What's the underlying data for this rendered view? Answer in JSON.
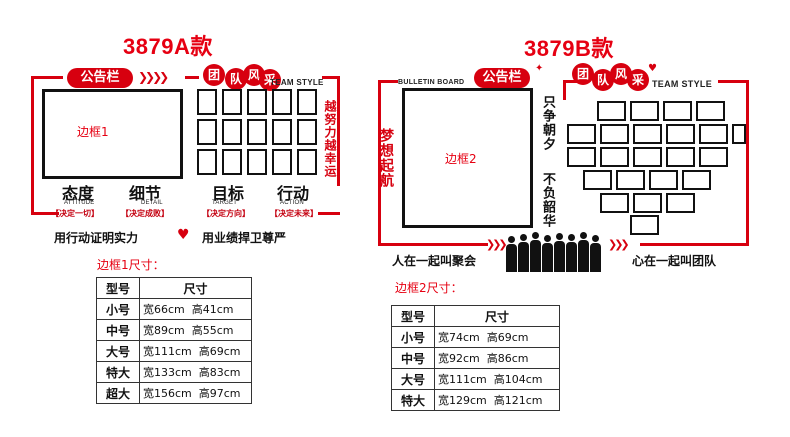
{
  "title_a": "3879A款",
  "title_b": "3879B款",
  "panel_a": {
    "notice_label": "公告栏",
    "team_chars": [
      "团",
      "队",
      "风",
      "采"
    ],
    "team_style": "TEAM STYLE",
    "frame_label": "边框1",
    "vertical_text": "越努力越幸运",
    "values": [
      {
        "cn": "态度",
        "en": "ATTITUDE",
        "sub": "【决定一切】"
      },
      {
        "cn": "细节",
        "en": "DETAIL",
        "sub": "【决定成败】"
      },
      {
        "cn": "目标",
        "en": "TARGET",
        "sub": "【决定方向】"
      },
      {
        "cn": "行动",
        "en": "ACTION",
        "sub": "【决定未来】"
      }
    ],
    "slogan_left": "用行动证明实力",
    "slogan_right": "用业绩捍卫尊严"
  },
  "panel_b": {
    "bulletin": "BULLETIN BOARD",
    "notice_label": "公告栏",
    "team_chars": [
      "团",
      "队",
      "风",
      "采"
    ],
    "team_style": "TEAM STYLE",
    "frame_label": "边框2",
    "vertical_left": "梦想起航",
    "vertical_mid_1": "只争朝夕",
    "vertical_mid_2": "不负韶华",
    "slogan_left": "人在一起叫聚会",
    "slogan_right": "心在一起叫团队"
  },
  "table_a": {
    "caption": "边框1尺寸：",
    "header": [
      "型号",
      "尺寸"
    ],
    "rows": [
      {
        "model": "小号",
        "w": "宽66cm",
        "h": "高41cm"
      },
      {
        "model": "中号",
        "w": "宽89cm",
        "h": "高55cm"
      },
      {
        "model": "大号",
        "w": "宽111cm",
        "h": "高69cm"
      },
      {
        "model": "特大",
        "w": "宽133cm",
        "h": "高83cm"
      },
      {
        "model": "超大",
        "w": "宽156cm",
        "h": "高97cm"
      }
    ]
  },
  "table_b": {
    "caption": "边框2尺寸：",
    "header": [
      "型号",
      "尺寸"
    ],
    "rows": [
      {
        "model": "小号",
        "w": "宽74cm",
        "h": "高69cm"
      },
      {
        "model": "中号",
        "w": "宽92cm",
        "h": "高86cm"
      },
      {
        "model": "大号",
        "w": "宽111cm",
        "h": "高104cm"
      },
      {
        "model": "特大",
        "w": "宽129cm",
        "h": "高121cm"
      }
    ]
  }
}
